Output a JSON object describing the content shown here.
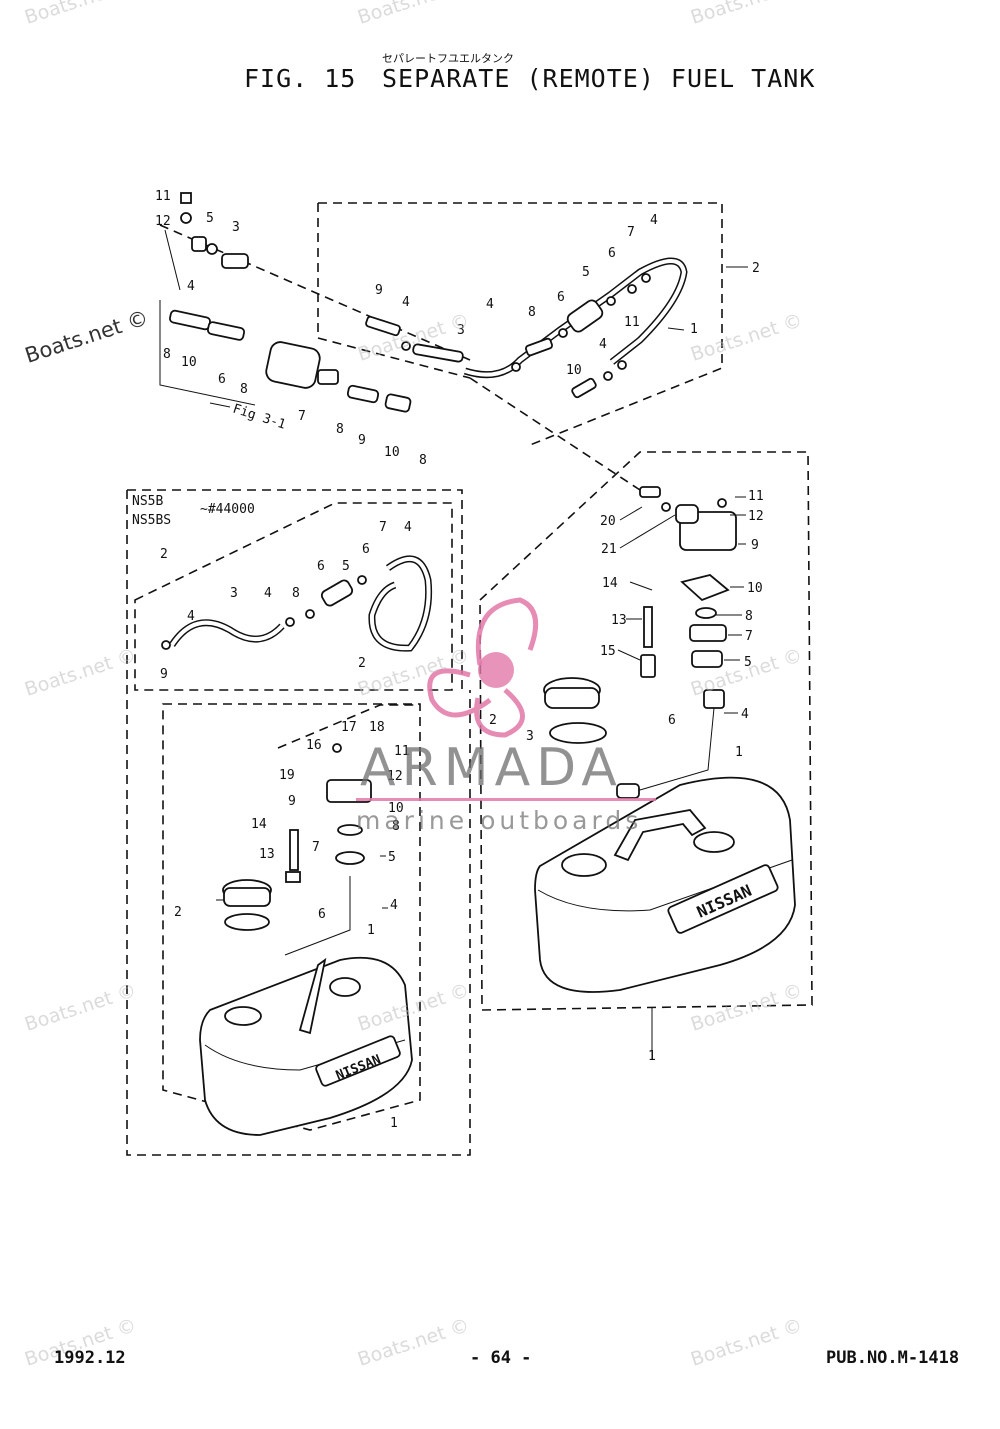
{
  "header": {
    "japanese_title": "セパレートフユエルタンク",
    "figure_number": "FIG. 15",
    "title": "SEPARATE (REMOTE) FUEL TANK"
  },
  "footer": {
    "date": "1992.12",
    "page": "- 64 -",
    "publication": "PUB.NO.M-1418"
  },
  "watermarks": {
    "boats_net": "Boats.net ©",
    "armada_name": "ARMADA",
    "armada_tagline": "marine outboards"
  },
  "diagram": {
    "inset_models": [
      "NS5B",
      "NS5BS"
    ],
    "inset_serial": "~#44000",
    "fig_ref": "Fig 3-1",
    "brand_plate": "NISSAN",
    "part_numbers": [
      "1",
      "2",
      "3",
      "4",
      "5",
      "6",
      "7",
      "8",
      "9",
      "10",
      "11",
      "12",
      "13",
      "14",
      "15",
      "16",
      "17",
      "18",
      "19",
      "20",
      "21"
    ]
  },
  "colors": {
    "line": "#111111",
    "watermark_pink": "#e278a8"
  }
}
